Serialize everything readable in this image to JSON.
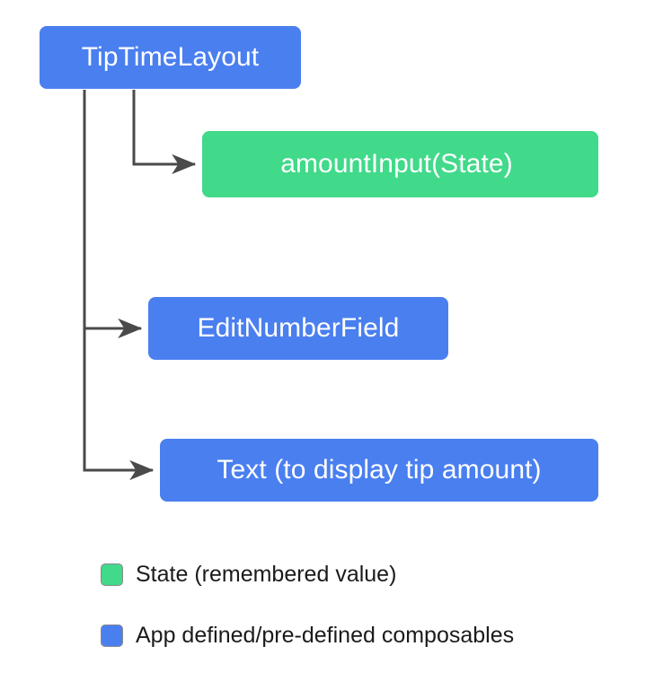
{
  "diagram": {
    "title": "TipTimeLayout composable hierarchy",
    "type": "tree-diagram",
    "background_color": "#ffffff",
    "colors": {
      "composable_blue": "#4a7ff0",
      "state_green": "#41d98a",
      "connector_gray": "#4a4a4a",
      "node_text": "#ffffff",
      "legend_text": "#1b1b1b",
      "swatch_border": "#8a8a8a"
    },
    "nodes": [
      {
        "id": "root",
        "label": "TipTimeLayout",
        "kind": "composable",
        "color": "#4a7ff0"
      },
      {
        "id": "state",
        "label": "amountInput(State)",
        "kind": "state",
        "color": "#41d98a"
      },
      {
        "id": "editfield",
        "label": "EditNumberField",
        "kind": "composable",
        "color": "#4a7ff0"
      },
      {
        "id": "text",
        "label": "Text (to display tip amount)",
        "kind": "composable",
        "color": "#4a7ff0"
      }
    ],
    "edges": [
      {
        "from": "root",
        "to": "state",
        "style": "elbow-arrow"
      },
      {
        "from": "root",
        "to": "editfield",
        "style": "elbow-arrow"
      },
      {
        "from": "root",
        "to": "text",
        "style": "elbow-arrow"
      }
    ],
    "legend": {
      "items": [
        {
          "swatch": "#41d98a",
          "label": "State (remembered value)"
        },
        {
          "swatch": "#4a7ff0",
          "label": "App defined/pre-defined composables"
        }
      ]
    }
  }
}
